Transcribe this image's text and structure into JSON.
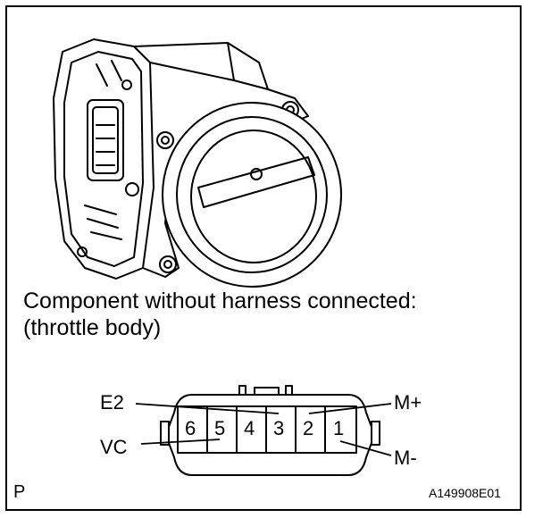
{
  "caption": {
    "line1": "Component without harness connected:",
    "line2": "(throttle body)"
  },
  "connector": {
    "pins": [
      "6",
      "5",
      "4",
      "3",
      "2",
      "1"
    ],
    "labels": {
      "e2": "E2",
      "vc": "VC",
      "m_plus": "M+",
      "m_minus": "M-"
    }
  },
  "footer": {
    "left_mark": "P",
    "figure_code": "A149908E01"
  }
}
